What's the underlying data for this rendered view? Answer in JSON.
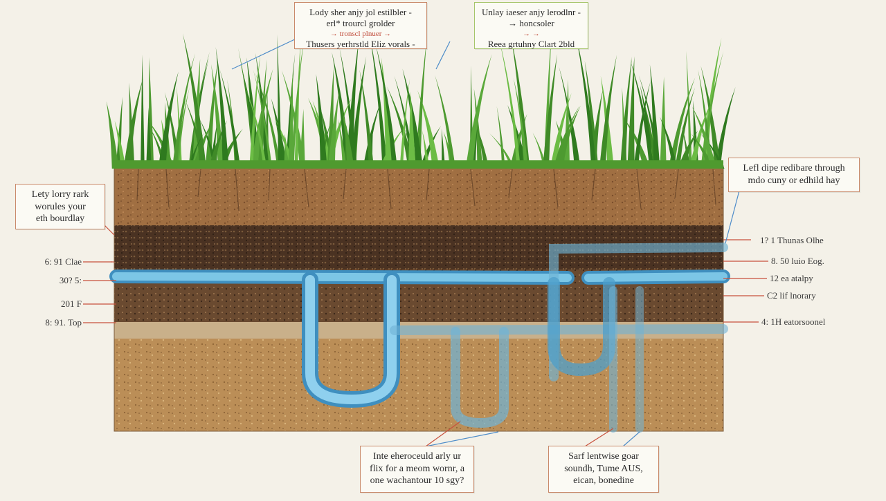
{
  "colors": {
    "background": "#f4f1e8",
    "grass": "#4f9a2f",
    "topsoil": "#9a6a3e",
    "dark_layer": "#4a3222",
    "mid_layer": "#6d4a2e",
    "sand_band": "#c9b08a",
    "subsoil": "#b98d55",
    "pipe": "#67b5dc",
    "pipe_dark": "#3f8fbf",
    "leader_red": "#c8503c",
    "leader_blue": "#4d8cc9",
    "callout_border": "#c98a6a",
    "callout_green_border": "#a6c56a"
  },
  "icons": [
    "grass-clump",
    "soil-layer",
    "water-pipe",
    "u-trap",
    "leader-arrow"
  ],
  "callouts": {
    "top_left": {
      "line1": "Lody sher anjy jol estilbler -",
      "line2": "erl* trourcl grolder",
      "line3": "→ tronscl plnuer →",
      "line4": "Thusers yerhrstld Eliz vorals -"
    },
    "top_right": {
      "line1": "Unlay iaeser anjy lerodlnr -",
      "line2": "→ honcsoler",
      "line3": "→ →",
      "line4": "Reea grtuhny Clart 2bld"
    },
    "left": {
      "line1": "Lety lorry rark",
      "line2": "worules your",
      "line3": "eth bourdlay"
    },
    "right": {
      "line1": "Lefl dipe redibare through",
      "line2": "mdo cuny or edhild hay"
    },
    "bottom_left": {
      "line1": "Inte eheroceuld arly ur",
      "line2": "flix for a meom wornr, a",
      "line3": "one wachantour 10 sgy?"
    },
    "bottom_right": {
      "line1": "Sarf lentwise goar",
      "line2": "soundh, Tume AUS,",
      "line3": "eican, bonedine"
    }
  },
  "left_labels": [
    "6: 91 Clae",
    "30? 5:",
    "201 F",
    "8: 91. Top"
  ],
  "right_labels": [
    "1? 1 Thunas Olhe",
    "8. 50 luio Eog.",
    "12 ea atalpy",
    "C2 lif lnorary",
    "4: 1H eatorsoonel"
  ]
}
